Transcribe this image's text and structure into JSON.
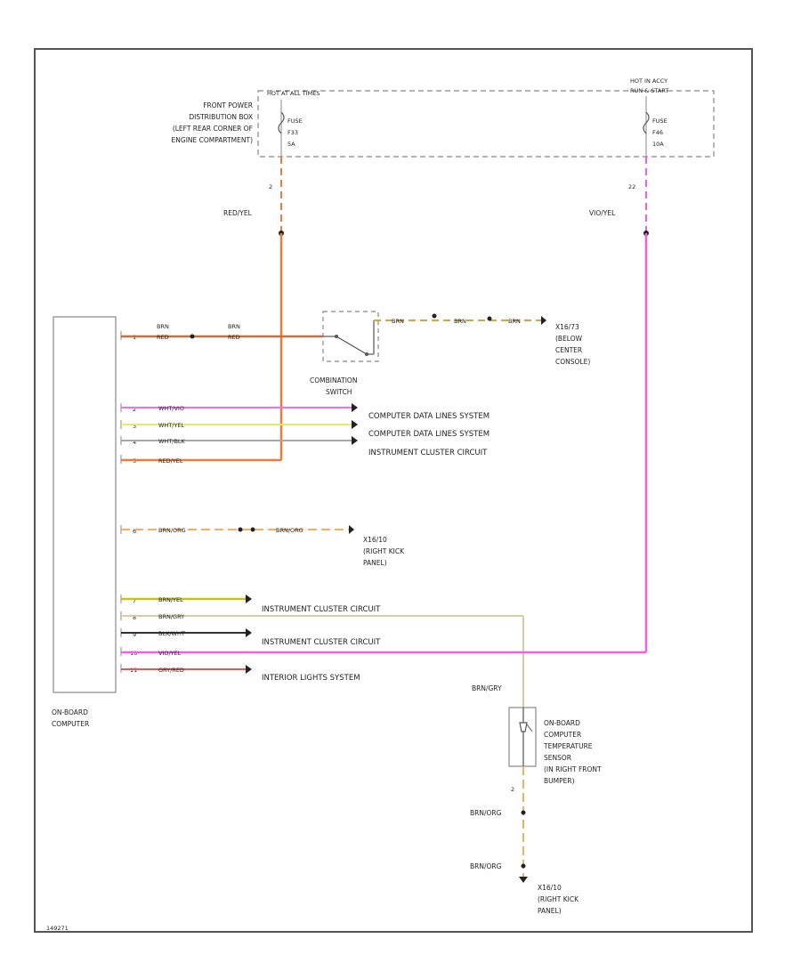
{
  "colors": {
    "red_yel": "#f07a3a",
    "vio_yel": "#f060e0",
    "brn_red": "#d46a34",
    "wht_vio": "#f070f0",
    "wht_yel": "#e8e870",
    "wht_blk": "#a8a8a8",
    "brn_org": "#f0b060",
    "brn_yel": "#c8c020",
    "brn_gry": "#d8cca0",
    "blk_wht": "#303030",
    "gry_red": "#e05a5a",
    "frame": "#555555"
  },
  "power_box": {
    "label_lines": [
      "FRONT POWER",
      "DISTRIBUTION BOX",
      "(LEFT REAR CORNER OF",
      "ENGINE COMPARTMENT)"
    ],
    "hot_at_all_times": "HOT AT ALL TIMES",
    "hot_in_acc": [
      "HOT IN ACCY",
      "RUN & START"
    ],
    "fuse_left": [
      "FUSE",
      "F33",
      "5A"
    ],
    "fuse_right": [
      "FUSE",
      "F46",
      "10A"
    ],
    "pin_left": "2",
    "pin_right": "22"
  },
  "wires": {
    "red_yel": "RED/YEL",
    "vio_yel": "VIO/YEL",
    "brn_red_1": [
      "BRN",
      "RED"
    ],
    "brn_red_2": [
      "BRN",
      "RED"
    ],
    "brn_1": "BRN",
    "brn_2": "BRN",
    "brn_3": "BRN"
  },
  "combination_switch": [
    "COMBINATION",
    "SWITCH"
  ],
  "ground_console": [
    "X16/73",
    "(BELOW",
    "CENTER",
    "CONSOLE)"
  ],
  "computer": {
    "label": [
      "ON-BOARD",
      "COMPUTER"
    ],
    "pins": [
      {
        "num": "1",
        "wire": "BRN RED"
      },
      {
        "num": "2",
        "wire": "WHT/VIO"
      },
      {
        "num": "3",
        "wire": "WHT/YEL"
      },
      {
        "num": "4",
        "wire": "WHT/BLK"
      },
      {
        "num": "5",
        "wire": "RED/YEL"
      },
      {
        "num": "6",
        "wire": "BRN/ORG"
      },
      {
        "num": "7",
        "wire": "BRN/YEL"
      },
      {
        "num": "8",
        "wire": "BRN/GRY"
      },
      {
        "num": "9",
        "wire": "BLK/WHT"
      },
      {
        "num": "10",
        "wire": "VIO/YEL"
      },
      {
        "num": "11",
        "wire": "GRY/RED"
      }
    ]
  },
  "destinations": {
    "data_lines_1": "COMPUTER DATA LINES SYSTEM",
    "data_lines_2": "COMPUTER DATA LINES SYSTEM",
    "cluster_1": "INSTRUMENT CLUSTER CIRCUIT",
    "cluster_2": "INSTRUMENT CLUSTER CIRCUIT",
    "cluster_3": "INSTRUMENT CLUSTER CIRCUIT",
    "interior_lights": "INTERIOR LIGHTS SYSTEM"
  },
  "ground_kick_1": {
    "wire_a": "BRN/ORG",
    "wire_b": "BRN/ORG",
    "label": [
      "X16/10",
      "(RIGHT KICK",
      "PANEL)"
    ]
  },
  "sensor": {
    "wire_top": "BRN/GRY",
    "label": [
      "ON-BOARD",
      "COMPUTER",
      "TEMPERATURE",
      "SENSOR",
      "(IN RIGHT FRONT",
      "BUMPER)"
    ],
    "pin": "2",
    "wire_a": "BRN/ORG",
    "wire_b": "BRN/ORG"
  },
  "ground_kick_2": [
    "X16/10",
    "(RIGHT KICK",
    "PANEL)"
  ],
  "diagram_id": "149271"
}
